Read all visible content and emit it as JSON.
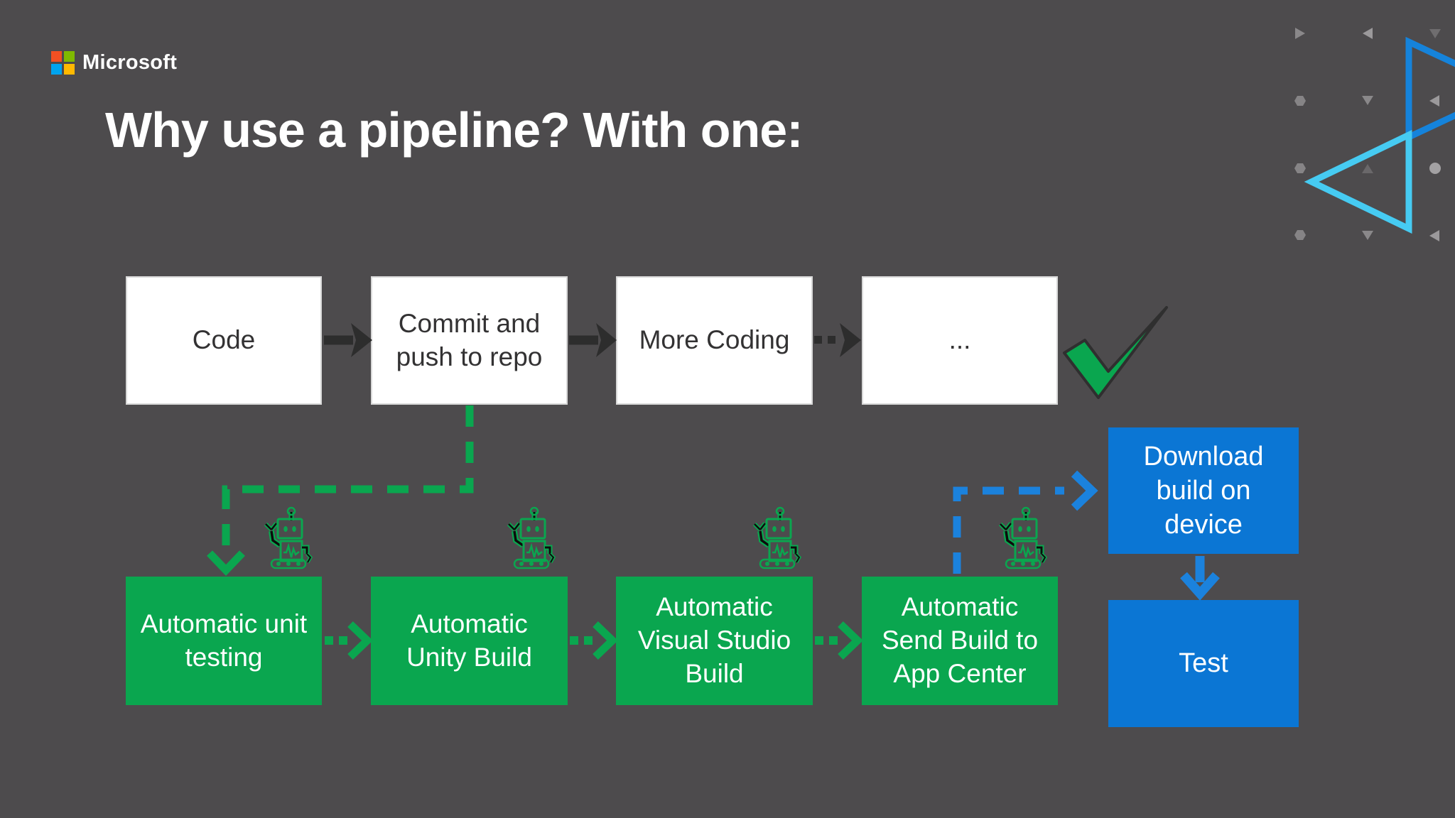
{
  "slide": {
    "brand": "Microsoft",
    "title": "Why use a pipeline? With one:",
    "manual_row": [
      {
        "label": "Code"
      },
      {
        "label": "Commit and push to repo"
      },
      {
        "label": "More Coding"
      },
      {
        "label": "..."
      }
    ],
    "auto_row": [
      {
        "label": "Automatic unit testing"
      },
      {
        "label": "Automatic Unity Build"
      },
      {
        "label": "Automatic Visual Studio Build"
      },
      {
        "label": "Automatic Send Build to App Center"
      }
    ],
    "device_column": [
      {
        "label": "Download build on device"
      },
      {
        "label": "Test"
      }
    ],
    "icons": {
      "logo": "microsoft-logo",
      "robot": "robot-icon",
      "checkmark": "checkmark-icon"
    },
    "colors": {
      "background": "#4d4b4d",
      "box_white": "#ffffff",
      "box_green": "#0aa64f",
      "box_blue": "#0b76d4",
      "arrow_dark": "#2d2d2d",
      "dashed_blue": "#1b82dd",
      "check_green": "#0aa64f",
      "triangle_blue": "#1583db",
      "triangle_cyan": "#46cbf2",
      "logo_red": "#f25022",
      "logo_green": "#7fba00",
      "logo_blue": "#00a4ef",
      "logo_yellow": "#ffb900"
    }
  }
}
